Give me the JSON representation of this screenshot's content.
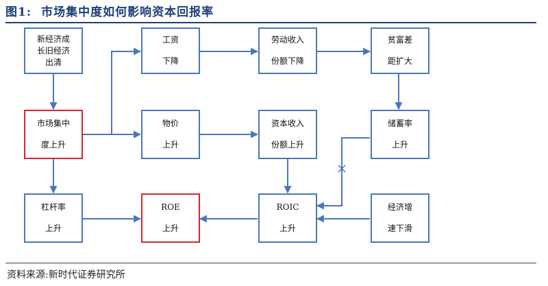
{
  "title": {
    "figure": "图1:",
    "text": "市场集中度如何影响资本回报率"
  },
  "boxes": {
    "new_economy": {
      "lines": [
        "新经济成",
        "长旧经济",
        "出清"
      ]
    },
    "concentration": {
      "lines": [
        "市场集中",
        "度上升"
      ]
    },
    "leverage": {
      "lines": [
        "杠杆率",
        "上升"
      ]
    },
    "wage": {
      "lines": [
        "工资",
        "下降"
      ]
    },
    "price": {
      "lines": [
        "物价",
        "上升"
      ]
    },
    "roe": {
      "lines": [
        "ROE",
        "上升"
      ]
    },
    "labor_income": {
      "lines": [
        "劳动收入",
        "份额下降"
      ]
    },
    "capital_income": {
      "lines": [
        "资本收入",
        "份额上升"
      ]
    },
    "roic": {
      "lines": [
        "ROIC",
        "上升"
      ]
    },
    "wealth_gap": {
      "lines": [
        "贫富差",
        "距扩大"
      ]
    },
    "savings": {
      "lines": [
        "储蓄率",
        "上升"
      ]
    },
    "growth": {
      "lines": [
        "经济增",
        "速下滑"
      ]
    }
  },
  "colors": {
    "arrow": "#4a76bb",
    "highlight": "#d9252b",
    "title": "#1f3f7a"
  },
  "source": "资料来源:新时代证券研究所"
}
